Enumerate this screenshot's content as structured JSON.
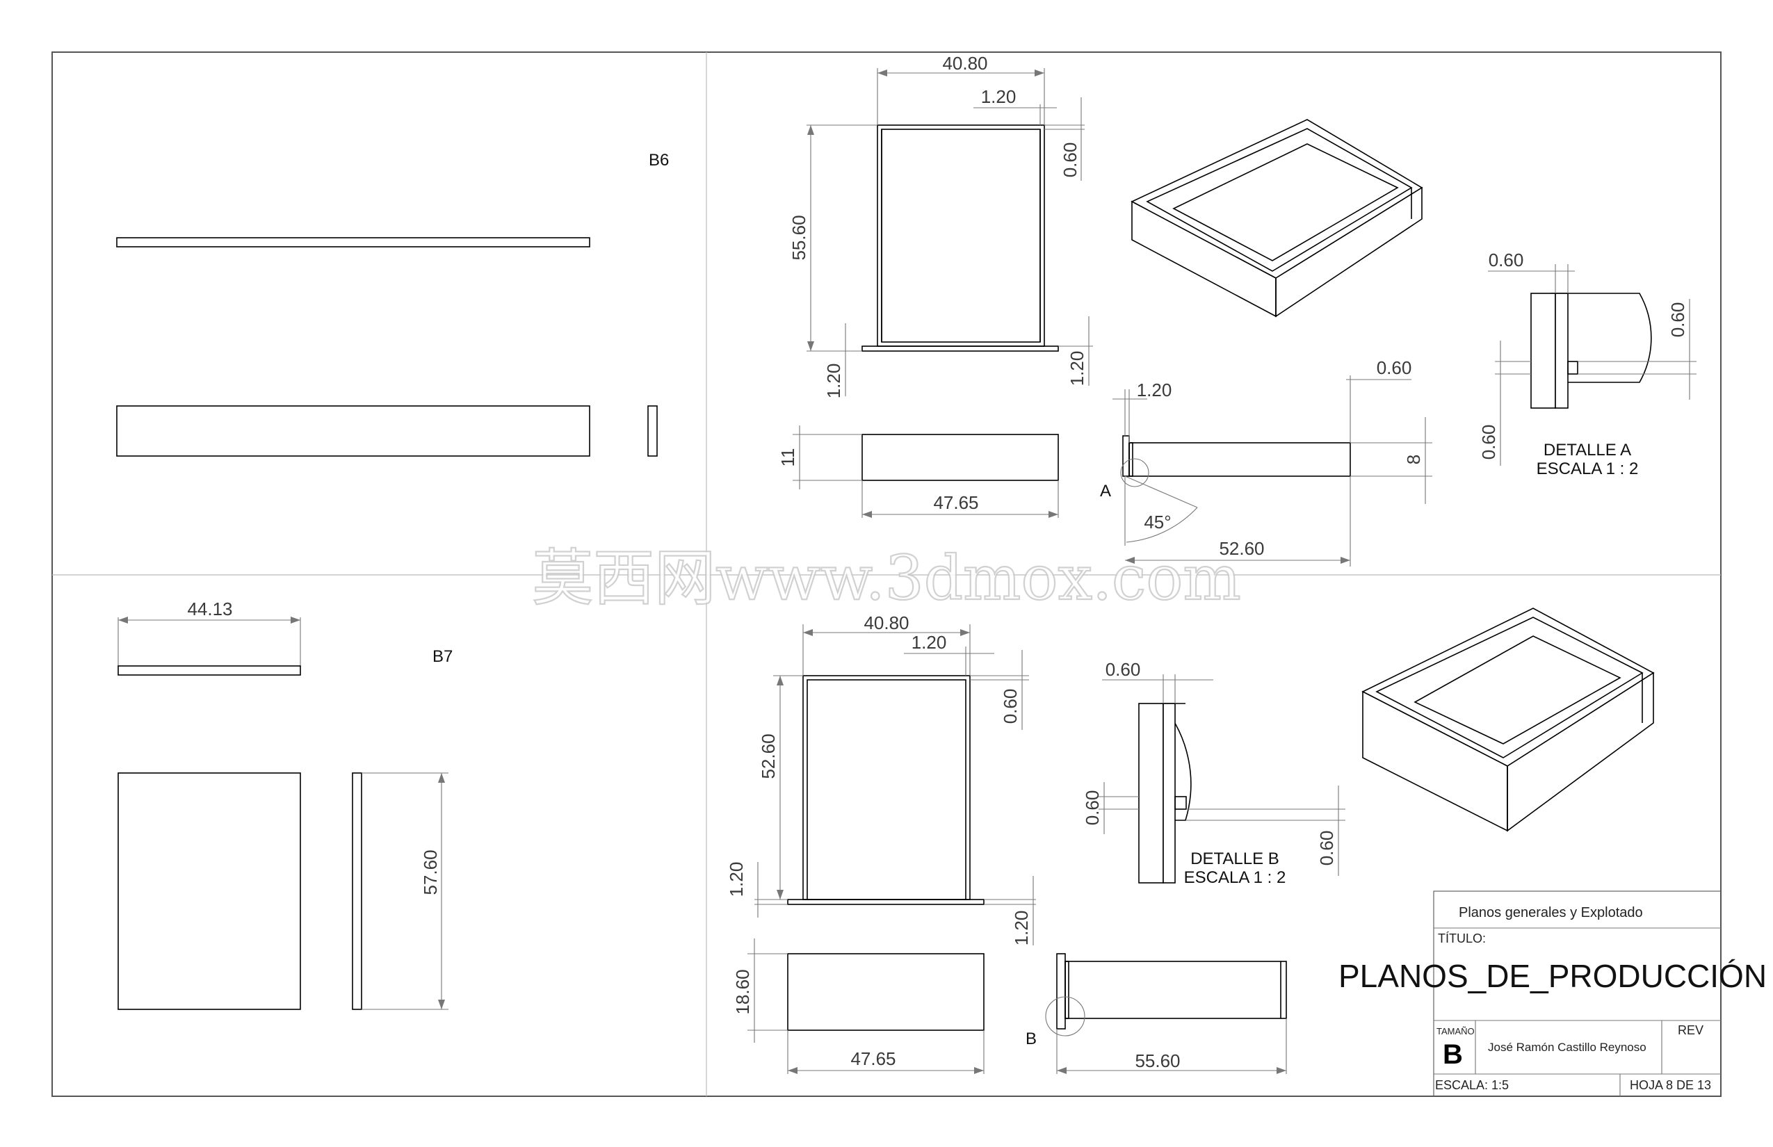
{
  "views": {
    "b6_label": "B6",
    "b7_label": "B7",
    "detail_a_title": "DETALLE A",
    "detail_a_scale": "ESCALA 1 : 2",
    "detail_b_title": "DETALLE B",
    "detail_b_scale": "ESCALA 1 : 2",
    "callout_a": "A",
    "callout_b": "B"
  },
  "dimensions": {
    "d_44_13": "44.13",
    "d_57_60": "57.60",
    "top_front_width": "40.80",
    "top_panel_thk": "1.20",
    "top_inner_gap": "0.60",
    "top_front_height": "55.60",
    "top_bottom_left": "1.20",
    "top_bottom_right": "1.20",
    "top_side_height": "11",
    "top_side_width": "47.65",
    "top_profile_thk": "1.20",
    "top_profile_edge": "0.60",
    "top_profile_height": "8",
    "top_profile_angle": "45°",
    "top_profile_length": "52.60",
    "detail_a_top": "0.60",
    "detail_a_right": "0.60",
    "detail_a_left": "0.60",
    "bot_front_width": "40.80",
    "bot_panel_thk": "1.20",
    "bot_inner_gap": "0.60",
    "bot_front_height": "52.60",
    "bot_bottom_left": "1.20",
    "bot_bottom_right": "1.20",
    "bot_side_height": "18.60",
    "bot_side_width": "47.65",
    "bot_profile_length": "55.60",
    "detail_b_top": "0.60",
    "detail_b_left": "0.60",
    "detail_b_right": "0.60"
  },
  "title_block": {
    "drawing_name": "Planos generales y Explotado",
    "titulo_label": "TÍTULO:",
    "main_title": "PLANOS_DE_PRODUCCIÓN",
    "size_label": "TAMAÑO",
    "size_value": "B",
    "author": "José Ramón Castillo Reynoso",
    "rev_label": "REV",
    "scale": "ESCALA: 1:5",
    "sheet": "HOJA 8 DE 13"
  },
  "watermark": "莫西网www.3dmox.com"
}
